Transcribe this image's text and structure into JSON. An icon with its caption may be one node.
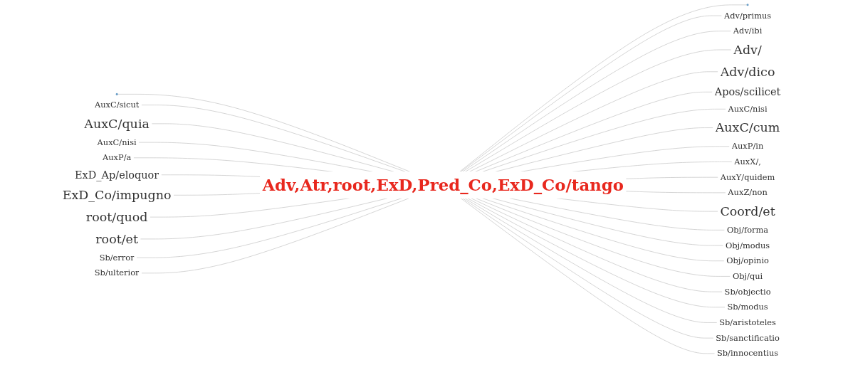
{
  "diagram": {
    "nodes": [
      {
        "text": [],
        "shape": "circle"
      },
      {
        "text": [
          "AuxC/sicut"
        ]
      },
      {
        "text": [
          "AuxC/quia"
        ]
      },
      {
        "text": [
          "AuxC/nisi"
        ]
      },
      {
        "text": [
          "AuxP/a"
        ]
      },
      {
        "text": [
          "ExD_Ap/eloquor"
        ]
      },
      {
        "text": [
          "ExD_Co/impugno"
        ]
      },
      {
        "text": [
          "root/quod"
        ]
      },
      {
        "text": [
          "root/et"
        ]
      },
      {
        "text": [
          "Sb/error"
        ]
      },
      {
        "text": [
          "Sb/ulterior"
        ]
      },
      {
        "text": [
          "Adv,Atr,root,ExD,Pred_Co,ExD_Co/tango"
        ]
      },
      {
        "text": [],
        "shape": "circle"
      },
      {
        "text": [
          "Adv/primus"
        ]
      },
      {
        "text": [
          "Adv/ibi"
        ]
      },
      {
        "text": [
          "Adv/"
        ]
      },
      {
        "text": [
          "Adv/dico"
        ]
      },
      {
        "text": [
          "Apos/scilicet"
        ]
      },
      {
        "text": [
          "AuxC/nisi"
        ]
      },
      {
        "text": [
          "AuxC/cum"
        ]
      },
      {
        "text": [
          "AuxP/in"
        ]
      },
      {
        "text": [
          "AuxX/,"
        ]
      },
      {
        "text": [
          "AuxY/quidem"
        ]
      },
      {
        "text": [
          "AuxZ/non"
        ]
      },
      {
        "text": [
          "Coord/et"
        ]
      },
      {
        "text": [
          "Obj/forma"
        ]
      },
      {
        "text": [
          "Obj/modus"
        ]
      },
      {
        "text": [
          "Obj/opinio"
        ]
      },
      {
        "text": [
          "Obj/qui"
        ]
      },
      {
        "text": [
          "Sb/objectio"
        ]
      },
      {
        "text": [
          "Sb/modus"
        ]
      },
      {
        "text": [
          "Sb/aristoteles"
        ]
      },
      {
        "text": [
          "Sb/sanctificatio"
        ]
      },
      {
        "text": [
          "Sb/innocentius"
        ]
      }
    ],
    "edges": [
      {
        "from": 0,
        "to": 11,
        "arrow": "none"
      },
      {
        "from": 1,
        "to": 11,
        "arrow": "none"
      },
      {
        "from": 2,
        "to": 11,
        "arrow": "none"
      },
      {
        "from": 3,
        "to": 11,
        "arrow": "none"
      },
      {
        "from": 4,
        "to": 11,
        "arrow": "none"
      },
      {
        "from": 5,
        "to": 11,
        "arrow": "none"
      },
      {
        "from": 6,
        "to": 11,
        "arrow": "none"
      },
      {
        "from": 7,
        "to": 11,
        "arrow": "none"
      },
      {
        "from": 8,
        "to": 11,
        "arrow": "none"
      },
      {
        "from": 9,
        "to": 11,
        "arrow": "none"
      },
      {
        "from": 10,
        "to": 11,
        "arrow": "none"
      },
      {
        "from": 11,
        "to": 12,
        "arrow": "none"
      },
      {
        "from": 11,
        "to": 13,
        "arrow": "none"
      },
      {
        "from": 11,
        "to": 14,
        "arrow": "none"
      },
      {
        "from": 11,
        "to": 15,
        "arrow": "none"
      },
      {
        "from": 11,
        "to": 16,
        "arrow": "none"
      },
      {
        "from": 11,
        "to": 17,
        "arrow": "none"
      },
      {
        "from": 11,
        "to": 18,
        "arrow": "none"
      },
      {
        "from": 11,
        "to": 19,
        "arrow": "none"
      },
      {
        "from": 11,
        "to": 20,
        "arrow": "none"
      },
      {
        "from": 11,
        "to": 21,
        "arrow": "none"
      },
      {
        "from": 11,
        "to": 22,
        "arrow": "none"
      },
      {
        "from": 11,
        "to": 23,
        "arrow": "none"
      },
      {
        "from": 11,
        "to": 24,
        "arrow": "none"
      },
      {
        "from": 11,
        "to": 25,
        "arrow": "none"
      },
      {
        "from": 11,
        "to": 26,
        "arrow": "none"
      },
      {
        "from": 11,
        "to": 27,
        "arrow": "none"
      },
      {
        "from": 11,
        "to": 28,
        "arrow": "none"
      },
      {
        "from": 11,
        "to": 29,
        "arrow": "none"
      },
      {
        "from": 11,
        "to": 30,
        "arrow": "none"
      },
      {
        "from": 11,
        "to": 31,
        "arrow": "none"
      },
      {
        "from": 11,
        "to": 32,
        "arrow": "none"
      },
      {
        "from": 11,
        "to": 33,
        "arrow": "none"
      }
    ]
  }
}
